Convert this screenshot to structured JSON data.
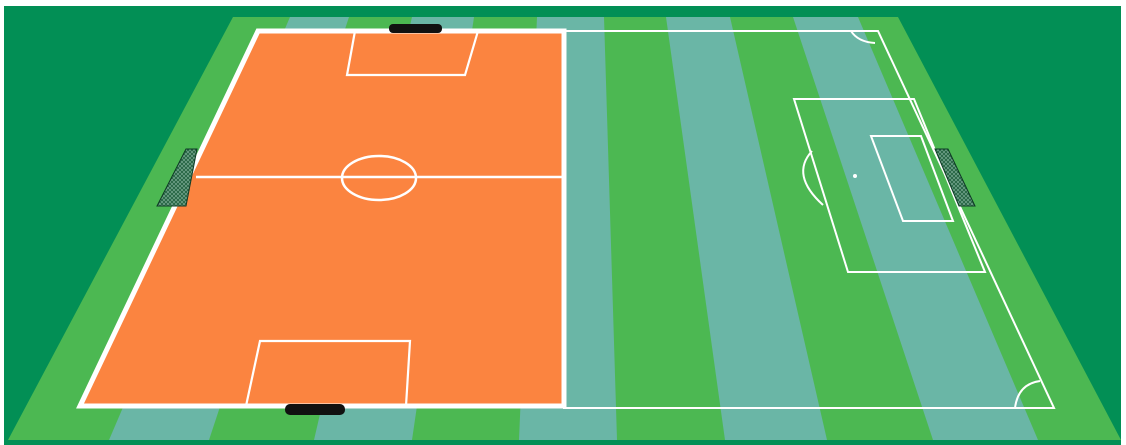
{
  "scene": {
    "colors": {
      "background_green": "#028f55",
      "field_stripe_green": "#4cb852",
      "field_stripe_blue": "#6ab6a6",
      "orange_court": "#fb8440",
      "lines": "#ffffff",
      "goal_net": "#1a5a3a",
      "goal_black": "#111111"
    },
    "objects": [
      "stadium-surround",
      "striped-field",
      "orange-futsal-pitch",
      "futsal-halfway-line",
      "futsal-center-circle",
      "futsal-top-penalty-box",
      "futsal-bottom-penalty-box",
      "futsal-top-goal",
      "futsal-bottom-goal",
      "left-goal-net",
      "football-half-pitch",
      "football-penalty-area",
      "football-goal-area",
      "football-penalty-arc",
      "football-penalty-spot",
      "corner-arcs",
      "right-goal-net"
    ]
  }
}
